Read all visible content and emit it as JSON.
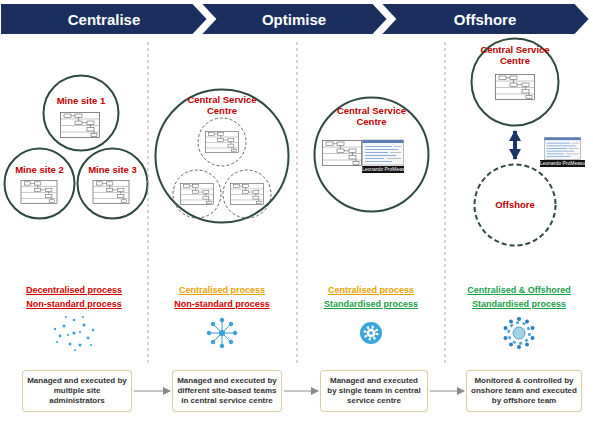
{
  "diagram": {
    "nodes": [
      {
        "text": [
          "Centralise"
        ]
      },
      {
        "text": [
          "Optimise"
        ]
      },
      {
        "text": [
          "Offshore"
        ]
      },
      {
        "text": [
          "Mine site 1"
        ]
      },
      {
        "text": [
          "Mine site 2"
        ]
      },
      {
        "text": [
          "Mine site 3"
        ]
      },
      {
        "text": [
          "Central Service Centre"
        ]
      },
      {
        "text": [
          "Central Service Centre"
        ]
      },
      {
        "text": [
          "Central Service Centre"
        ]
      },
      {
        "text": [
          "Offshore"
        ]
      },
      {
        "text": [
          "Managed and executed by multiple site administrators"
        ]
      },
      {
        "text": [
          "Managed and executed by different site-based teams in central service centre"
        ]
      },
      {
        "text": [
          "Managed and executed by single team in central service centre"
        ]
      },
      {
        "text": [
          "Monitored & controlled by onshore team and executed by offshore team"
        ]
      }
    ],
    "edges": [
      {
        "from": 8,
        "to": 9,
        "arrow": "both"
      },
      {
        "from": 10,
        "to": 11,
        "arrow": "to"
      },
      {
        "from": 11,
        "to": 12,
        "arrow": "to"
      },
      {
        "from": 12,
        "to": 13,
        "arrow": "to"
      }
    ],
    "labels": [
      "Leonardo ProMeasure",
      "Leonardo ProMeasure",
      "Decentralised process",
      "Non-standard process",
      "Centralised process",
      "Non-standard process",
      "Centralised process",
      "Standardised process",
      "Centralised & Offshored",
      "Standardised process"
    ]
  }
}
